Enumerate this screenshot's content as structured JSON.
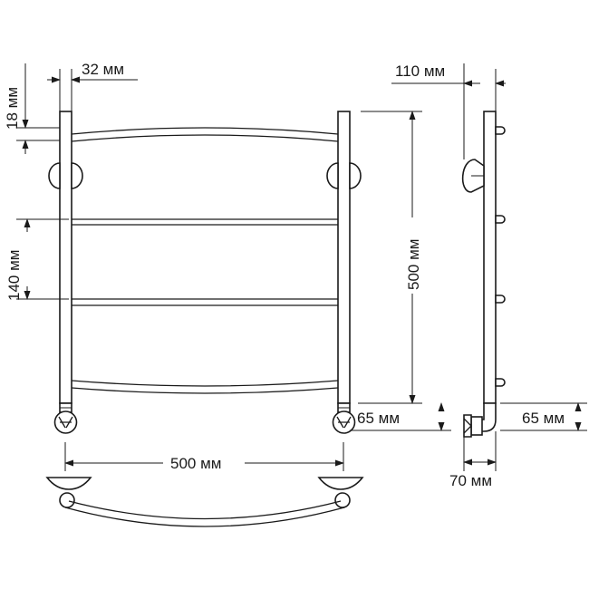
{
  "diagram": {
    "dimensions": {
      "pipe_width": "32 мм",
      "top_offset": "18 мм",
      "rung_spacing": "140 мм",
      "total_height": "500 мм",
      "wall_distance": "110 мм",
      "connection_height_front": "65 мм",
      "connection_height_side": "65 мм",
      "connection_depth": "70 мм",
      "total_width": "500 мм"
    },
    "colors": {
      "line": "#1a1a1a",
      "background": "#ffffff"
    }
  }
}
